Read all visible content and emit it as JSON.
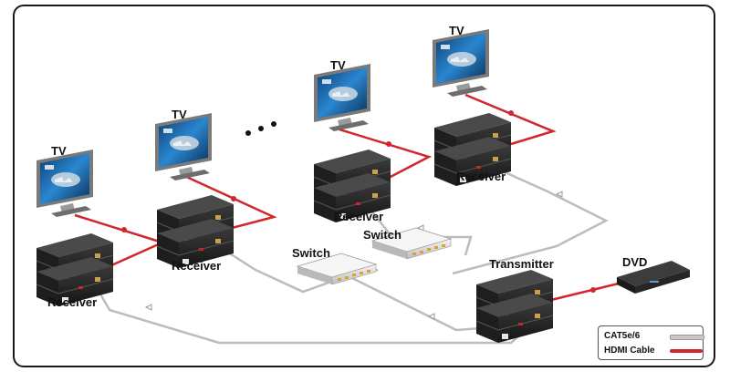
{
  "labels": {
    "tv": "TV",
    "receiver": "Receiver",
    "switch": "Switch",
    "transmitter": "Transmitter",
    "dvd": "DVD",
    "ellipsis": "• • •"
  },
  "legend": {
    "cat_label": "CAT5e/6",
    "hdmi_label": "HDMI Cable"
  },
  "colors": {
    "cat_cable": "#c8c8c8",
    "hdmi_cable": "#d0262c",
    "device_body": "#2b2b2b",
    "switch_body": "#e8e8e8",
    "screen": "#1f6fb5"
  }
}
